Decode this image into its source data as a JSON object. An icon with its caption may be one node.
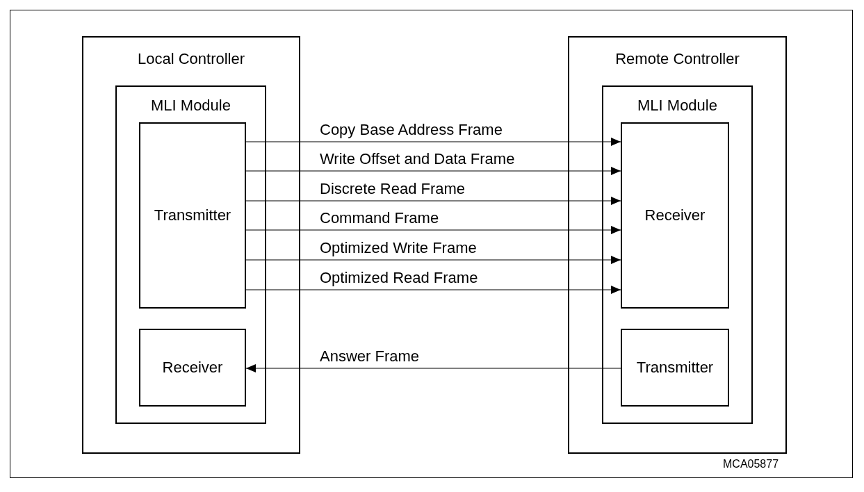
{
  "diagram": {
    "nodes": [
      {
        "text": [
          "Local Controller"
        ]
      },
      {
        "text": [
          "MLI Module"
        ],
        "in": 0
      },
      {
        "text": [
          "Transmitter"
        ],
        "in": 1
      },
      {
        "text": [
          "Receiver"
        ],
        "in": 1
      },
      {
        "text": [
          "Remote Controller"
        ]
      },
      {
        "text": [
          "MLI Module"
        ],
        "in": 4
      },
      {
        "text": [
          "Receiver"
        ],
        "in": 5
      },
      {
        "text": [
          "Transmitter"
        ],
        "in": 5
      }
    ],
    "edges": [
      {
        "from": 2,
        "to": 6,
        "arrow": "to",
        "label": "Copy Base Address Frame"
      },
      {
        "from": 2,
        "to": 6,
        "arrow": "to",
        "label": "Write Offset and Data Frame"
      },
      {
        "from": 2,
        "to": 6,
        "arrow": "to",
        "label": "Discrete Read Frame"
      },
      {
        "from": 2,
        "to": 6,
        "arrow": "to",
        "label": "Command Frame"
      },
      {
        "from": 2,
        "to": 6,
        "arrow": "to",
        "label": "Optimized Write Frame"
      },
      {
        "from": 2,
        "to": 6,
        "arrow": "to",
        "label": "Optimized Read Frame"
      },
      {
        "from": 7,
        "to": 3,
        "arrow": "to",
        "label": "Answer Frame"
      }
    ],
    "labels": [
      "MCA05877"
    ]
  }
}
